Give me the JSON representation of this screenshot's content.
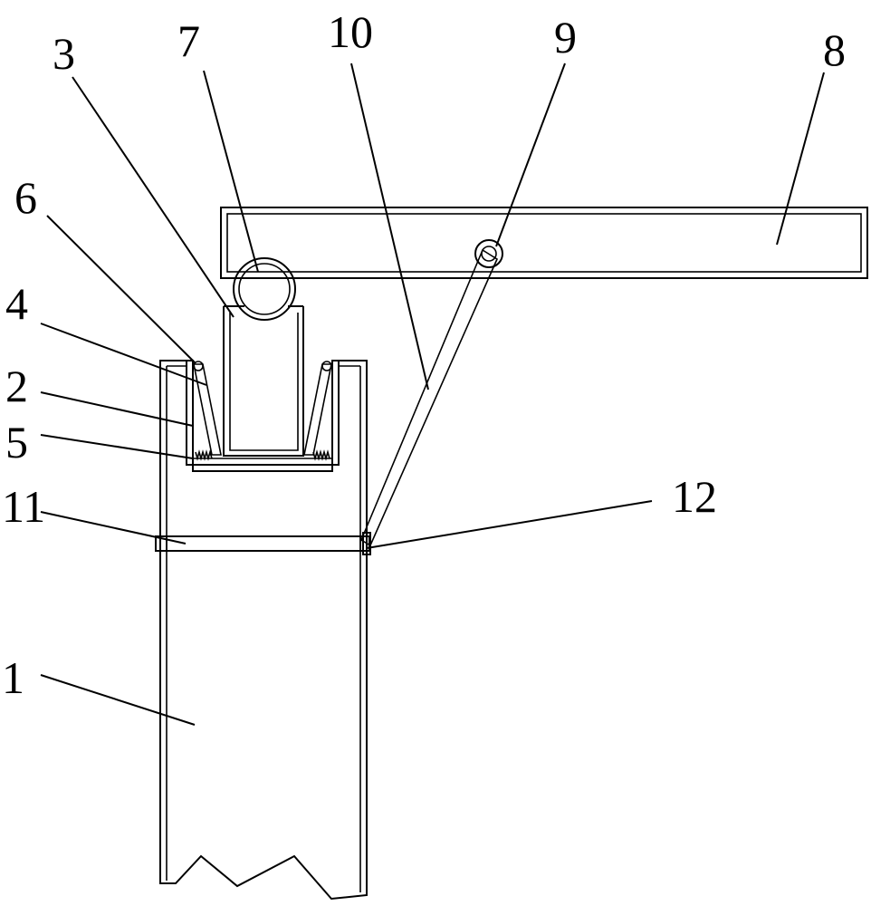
{
  "labels": [
    {
      "id": "1",
      "text": "1"
    },
    {
      "id": "2",
      "text": "2"
    },
    {
      "id": "3",
      "text": "3"
    },
    {
      "id": "4",
      "text": "4"
    },
    {
      "id": "5",
      "text": "5"
    },
    {
      "id": "6",
      "text": "6"
    },
    {
      "id": "7",
      "text": "7"
    },
    {
      "id": "8",
      "text": "8"
    },
    {
      "id": "9",
      "text": "9"
    },
    {
      "id": "10",
      "text": "10"
    },
    {
      "id": "11",
      "text": "11"
    },
    {
      "id": "12",
      "text": "12"
    }
  ]
}
